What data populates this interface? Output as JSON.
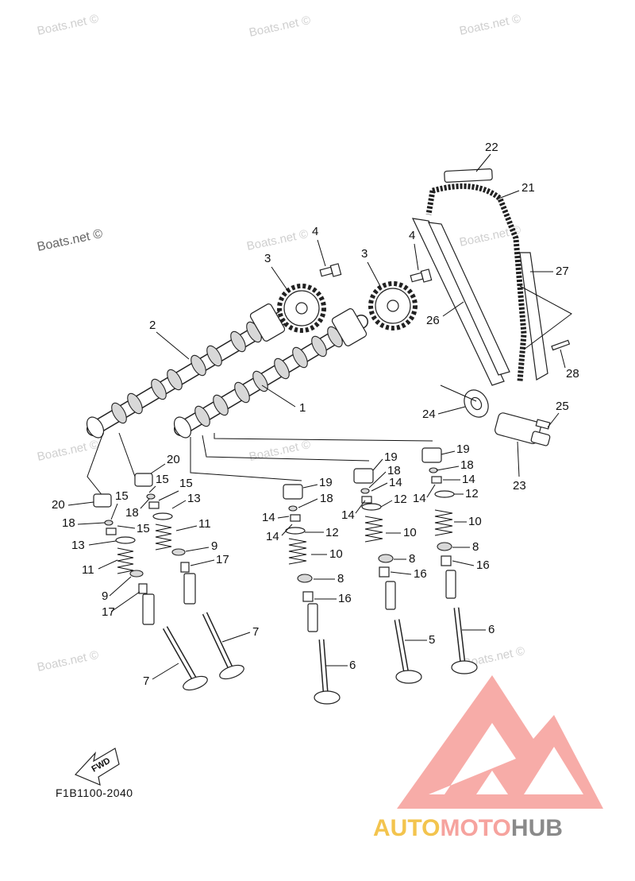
{
  "watermarks": [
    "Boats.net ©",
    "Boats.net ©",
    "Boats.net ©",
    "Boats.net ©",
    "Boats.net ©",
    "Boats.net ©",
    "Boats.net ©",
    "Boats.net ©",
    "Boats.net ©"
  ],
  "copyright_label": "Boats.net ©",
  "diagram_code": "F1B1100-2040",
  "fwd_label": "FWD",
  "logo": {
    "part1": "AUTO",
    "part2": "MOTO",
    "part3": "HUB"
  },
  "labels": {
    "l1": "1",
    "l2": "2",
    "l3a": "3",
    "l3b": "3",
    "l4a": "4",
    "l4b": "4",
    "l5": "5",
    "l6a": "6",
    "l6b": "6",
    "l7a": "7",
    "l7b": "7",
    "l8a": "8",
    "l8b": "8",
    "l8c": "8",
    "l9a": "9",
    "l9b": "9",
    "l10a": "10",
    "l10b": "10",
    "l10c": "10",
    "l11a": "11",
    "l11b": "11",
    "l12a": "12",
    "l12b": "12",
    "l12c": "12",
    "l13a": "13",
    "l13b": "13",
    "l14a": "14",
    "l14b": "14",
    "l14c": "14",
    "l14d": "14",
    "l14e": "14",
    "l14f": "14",
    "l15a": "15",
    "l15b": "15",
    "l15c": "15",
    "l15d": "15",
    "l16a": "16",
    "l16b": "16",
    "l16c": "16",
    "l17a": "17",
    "l17b": "17",
    "l18a": "18",
    "l18b": "18",
    "l18c": "18",
    "l18d": "18",
    "l18e": "18",
    "l19a": "19",
    "l19b": "19",
    "l19c": "19",
    "l20a": "20",
    "l20b": "20",
    "l21": "21",
    "l22": "22",
    "l23": "23",
    "l24": "24",
    "l25": "25",
    "l26": "26",
    "l27": "27",
    "l28": "28"
  }
}
